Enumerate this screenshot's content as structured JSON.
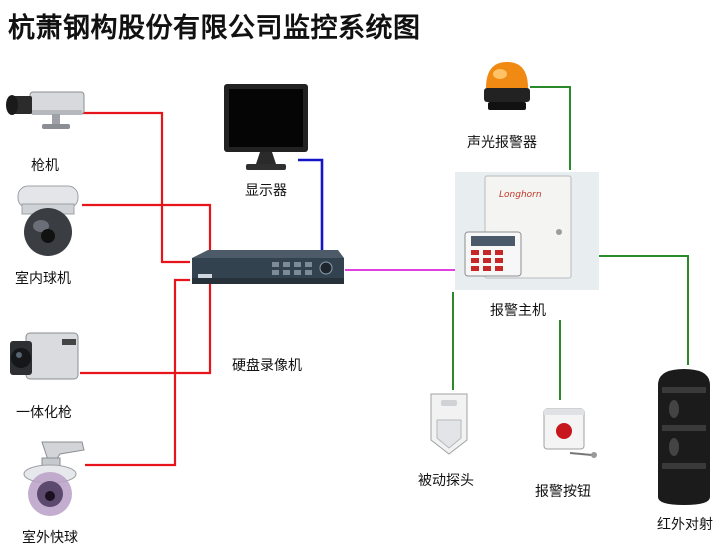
{
  "title": "杭萧钢构股份有限公司监控系统图",
  "labels": {
    "gun_camera": "枪机",
    "indoor_dome": "室内球机",
    "integrated_camera": "一体化枪",
    "outdoor_dome": "室外快球",
    "monitor": "显示器",
    "dvr": "硬盘录像机",
    "strobe_siren": "声光报警器",
    "alarm_host": "报警主机",
    "pir_detector": "被动探头",
    "panic_button": "报警按钮",
    "ir_beam": "红外对射"
  },
  "device_text": {
    "alarm_panel_brand": "Longhorn"
  },
  "colors": {
    "video_wire": "#e8141c",
    "vga_wire": "#1515c8",
    "network_wire": "#e040e0",
    "alarm_wire": "#2a8a2a",
    "dvr_body": "#33424f"
  }
}
